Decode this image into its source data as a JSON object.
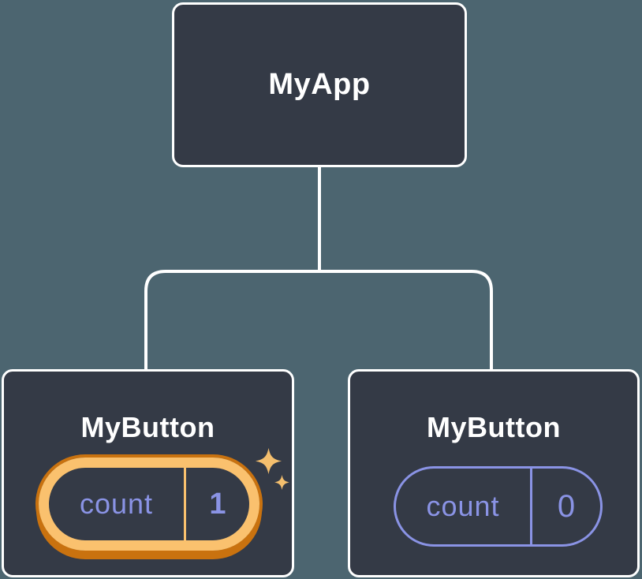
{
  "diagram": {
    "description": "React component tree with isolated state",
    "root": {
      "label": "MyApp"
    },
    "children": [
      {
        "label": "MyButton",
        "state": {
          "name": "count",
          "value": "1"
        },
        "highlighted": true
      },
      {
        "label": "MyButton",
        "state": {
          "name": "count",
          "value": "0"
        },
        "highlighted": false
      }
    ]
  },
  "colors": {
    "bg": "#4C6570",
    "card-bg": "#343A46",
    "card-border": "#FFFFFF",
    "connector": "#FFFFFF",
    "text-light": "#FFFFFF",
    "periwinkle": "#8A93E5",
    "orange-light": "#FAC16E",
    "orange-dark": "#C9720F",
    "sparkle": "#F4BF6E"
  }
}
